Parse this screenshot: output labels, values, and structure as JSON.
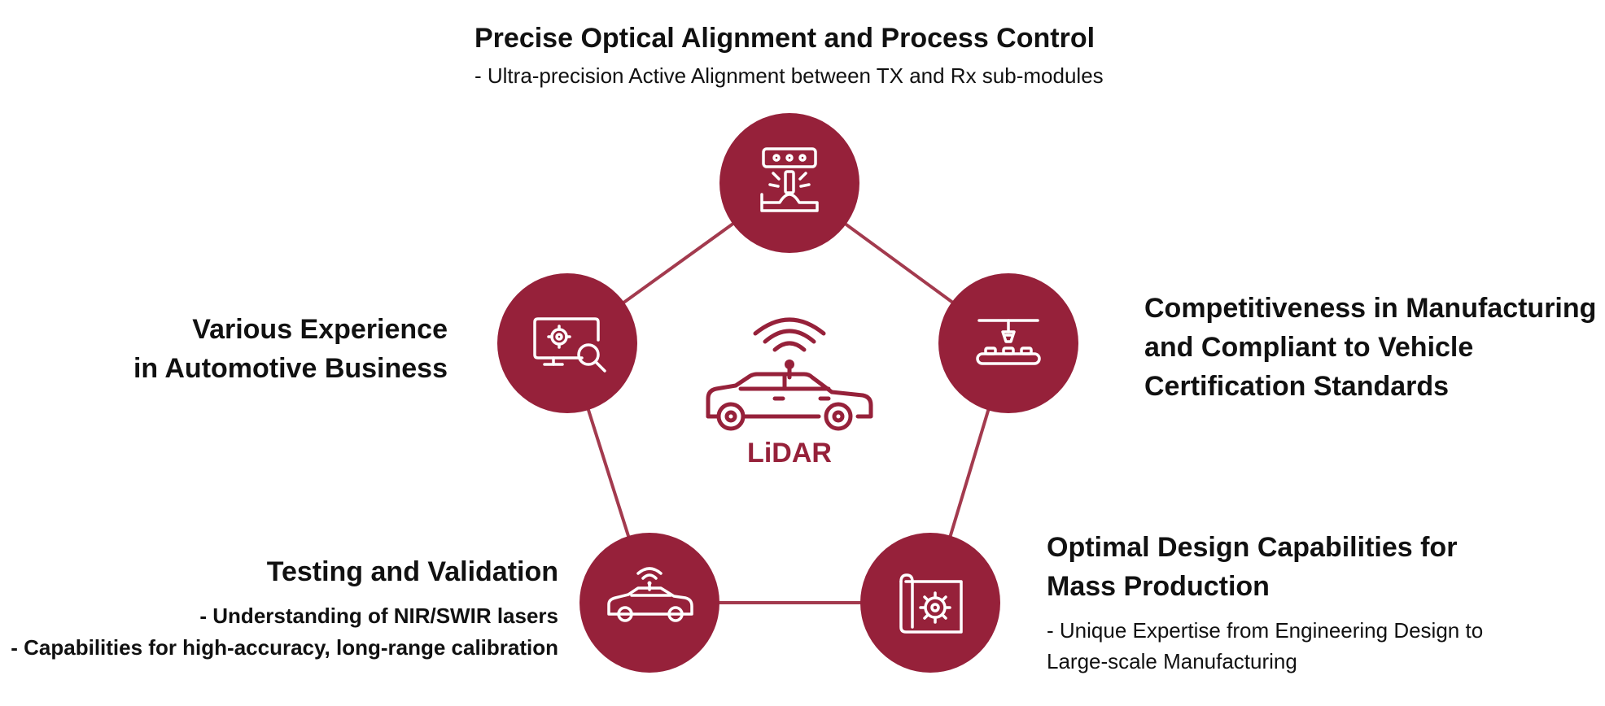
{
  "colors": {
    "accent": "#96213a",
    "edge": "#a33a4e",
    "text": "#111111",
    "icon": "#ffffff"
  },
  "center": {
    "label": "LiDAR",
    "icon": "car-with-wifi-icon"
  },
  "nodes": {
    "top": {
      "icon": "optical-alignment-icon",
      "title": "Precise Optical Alignment and Process Control",
      "desc": "- Ultra-precision Active Alignment between TX and Rx sub-modules"
    },
    "right": {
      "icon": "manufacturing-press-icon",
      "title_lines": [
        "Competitiveness in Manufacturing",
        "and Compliant to Vehicle",
        "Certification Standards"
      ]
    },
    "bottom_right": {
      "icon": "blueprint-gear-icon",
      "title_lines": [
        "Optimal Design Capabilities for",
        "Mass Production"
      ],
      "desc_lines": [
        "- Unique Expertise from Engineering Design to",
        "Large-scale Manufacturing"
      ]
    },
    "bottom_left": {
      "icon": "connected-car-icon",
      "title": "Testing and Validation",
      "desc_lines": [
        "- Understanding of NIR/SWIR lasers",
        "- Capabilities for high-accuracy, long-range calibration"
      ]
    },
    "left": {
      "icon": "monitor-magnifier-icon",
      "title_lines": [
        "Various Experience",
        "in Automotive Business"
      ]
    }
  }
}
